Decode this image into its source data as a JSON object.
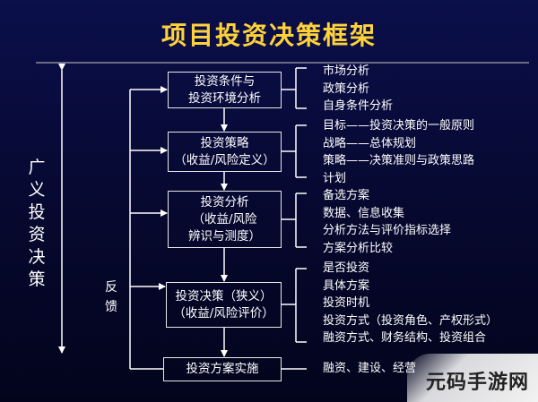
{
  "title": "项目投资决策框架",
  "side_label": [
    "广",
    "义",
    "投",
    "资",
    "决",
    "策"
  ],
  "feedback_label": [
    "反",
    "馈"
  ],
  "boxes": [
    {
      "lines": [
        "投资条件与",
        "投资环境分析"
      ]
    },
    {
      "lines": [
        "投资策略",
        "（收益/风险定义）"
      ]
    },
    {
      "lines": [
        "投资分析",
        "（收益/风险",
        "辨识与测度）"
      ]
    },
    {
      "lines": [
        "投资决策（狭义）",
        "（收益/风险评价）"
      ]
    },
    {
      "lines": [
        "投资方案实施"
      ]
    }
  ],
  "notes": [
    [
      "市场分析",
      "政策分析",
      "自身条件分析"
    ],
    [
      "目标——投资决策的一般原则",
      "战略——总体规划",
      "策略——决策准则与政策思路",
      "计划"
    ],
    [
      "备选方案",
      "数据、信息收集",
      "分析方法与评价指标选择",
      "方案分析比较"
    ],
    [
      "是否投资",
      "具体方案",
      "投资时机",
      "投资方式（投资角色、产权形式）",
      "融资方式、财务结构、投资组合"
    ],
    [
      "融资、建设、经营"
    ]
  ],
  "watermark": "元码手游网"
}
